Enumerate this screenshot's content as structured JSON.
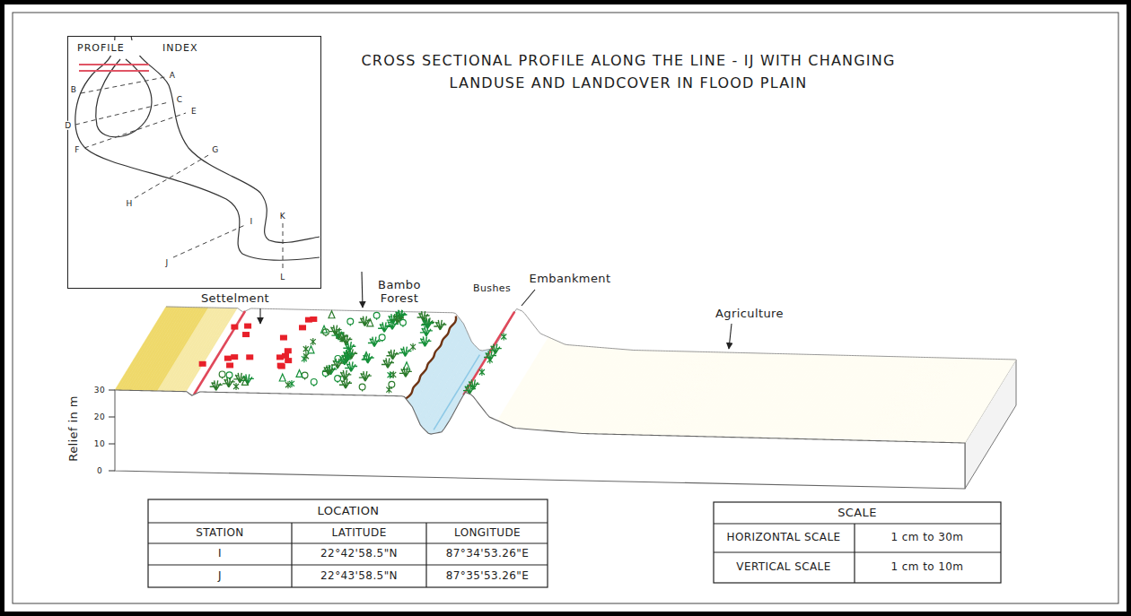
{
  "diagram": {
    "title": "CROSS SECTIONAL PROFILE ALONG THE LINE - IJ WITH CHANGING LANDUSE AND LANDCOVER IN FLOOD PLAIN",
    "nodes": [
      {
        "text": [
          "PROFILE INDEX"
        ]
      }
    ],
    "labels": [
      "A",
      "B",
      "C",
      "D",
      "E",
      "F",
      "G",
      "H",
      "I",
      "J",
      "K",
      "L",
      "Settelment",
      "Bambo Forest",
      "Bushes",
      "Embankment",
      "Agriculture",
      "Relief in m",
      "30",
      "20",
      "10",
      "0",
      "LOCATION",
      "STATION",
      "LATITUDE",
      "LONGITUDE",
      "I",
      "22°42'58.5\"N",
      "87°34'53.26\"E",
      "J",
      "22°43'58.5\"N",
      "87°35'53.26\"E",
      "SCALE",
      "HORIZONTAL SCALE",
      "1 cm to 30m",
      "VERTICAL SCALE",
      "1 cm to 10m"
    ]
  }
}
